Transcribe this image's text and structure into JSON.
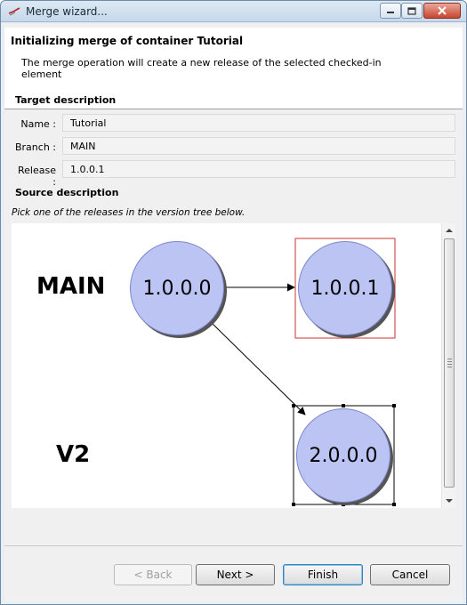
{
  "window": {
    "title": "Merge wizard...",
    "controls": {
      "minimize": "minimize-icon",
      "maximize": "maximize-icon",
      "close": "close-icon"
    }
  },
  "header": {
    "title": "Initializing merge of container Tutorial",
    "description": "The merge operation will create a new release of the selected checked-in element"
  },
  "target": {
    "section_label": "Target description",
    "fields": [
      {
        "label": "Name :",
        "value": "Tutorial"
      },
      {
        "label": "Branch :",
        "value": "MAIN"
      },
      {
        "label": "Release :",
        "value": "1.0.0.1"
      }
    ]
  },
  "source": {
    "section_label": "Source description",
    "hint": "Pick one of the releases in the version tree below."
  },
  "version_tree": {
    "branches": [
      "MAIN",
      "V2"
    ],
    "nodes": [
      {
        "label": "1.0.0.0",
        "branch": "MAIN",
        "state": "normal"
      },
      {
        "label": "1.0.0.1",
        "branch": "MAIN",
        "state": "highlighted"
      },
      {
        "label": "2.0.0.0",
        "branch": "V2",
        "state": "selected"
      }
    ],
    "edges": [
      {
        "from": "1.0.0.0",
        "to": "1.0.0.1"
      },
      {
        "from": "1.0.0.0",
        "to": "2.0.0.0"
      }
    ],
    "colors": {
      "node_fill": "#bcc4f4",
      "highlight_border": "#cc3333",
      "selection_border": "#000000"
    }
  },
  "buttons": {
    "back": "< Back",
    "next": "Next >",
    "finish": "Finish",
    "cancel": "Cancel"
  }
}
